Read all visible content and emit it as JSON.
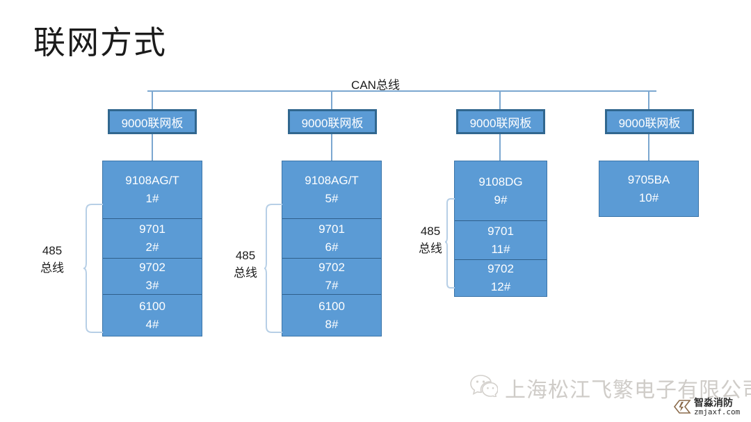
{
  "slide": {
    "title": "联网方式",
    "background": "#ffffff"
  },
  "colors": {
    "box_fill": "#5b9bd5",
    "box_border_dark": "#31678f",
    "cell_border": "#2f5f8a",
    "line": "#7ba7d0",
    "text_light": "#ffffff",
    "text_dark": "#1b1b1b"
  },
  "bus": {
    "can_label": "CAN总线",
    "rs485_label_line1": "485",
    "rs485_label_line2": "总线"
  },
  "nic_label": "9000联网板",
  "columns": [
    {
      "nic": "9000联网板",
      "has_485": true,
      "devices": [
        {
          "model": "9108AG/T",
          "addr": "1#"
        },
        {
          "model": "9701",
          "addr": "2#"
        },
        {
          "model": "9702",
          "addr": "3#"
        },
        {
          "model": "6100",
          "addr": "4#"
        }
      ]
    },
    {
      "nic": "9000联网板",
      "has_485": true,
      "devices": [
        {
          "model": "9108AG/T",
          "addr": "5#"
        },
        {
          "model": "9701",
          "addr": "6#"
        },
        {
          "model": "9702",
          "addr": "7#"
        },
        {
          "model": "6100",
          "addr": "8#"
        }
      ]
    },
    {
      "nic": "9000联网板",
      "has_485": true,
      "devices": [
        {
          "model": "9108DG",
          "addr": "9#"
        },
        {
          "model": "9701",
          "addr": "11#"
        },
        {
          "model": "9702",
          "addr": "12#"
        }
      ]
    },
    {
      "nic": "9000联网板",
      "has_485": false,
      "devices": [
        {
          "model": "9705BA",
          "addr": "10#"
        }
      ]
    }
  ],
  "watermark": {
    "wechat_icon": "wechat-icon",
    "company": "上海松江飞繁电子有限公司"
  },
  "logo": {
    "icon": "zhimiao-logo-icon",
    "name": "智淼消防",
    "url": "zmjaxf.com"
  }
}
